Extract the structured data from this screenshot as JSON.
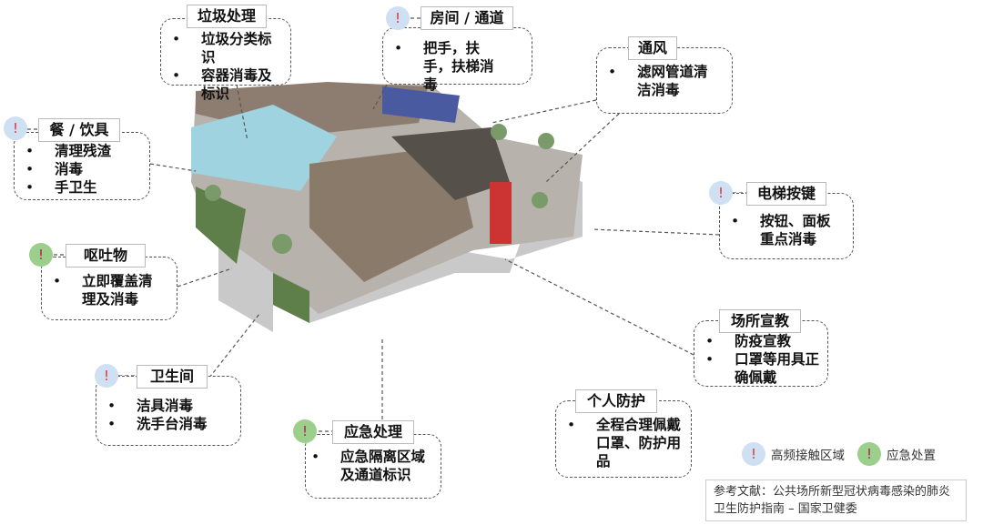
{
  "callouts": [
    {
      "id": "garbage",
      "title": "垃圾处理",
      "icon": "none",
      "items": [
        "垃圾分类标识",
        "容器消毒及标识"
      ]
    },
    {
      "id": "room",
      "title": "房间 / 通道",
      "icon": "high-frequency",
      "items": [
        "把手，扶手，扶梯消毒"
      ]
    },
    {
      "id": "ventilation",
      "title": "通风",
      "icon": "none",
      "items": [
        "滤网管道清洁消毒"
      ]
    },
    {
      "id": "tableware",
      "title": "餐 / 饮具",
      "icon": "high-frequency",
      "items": [
        "清理残渣",
        "消毒",
        "手卫生"
      ]
    },
    {
      "id": "elevator",
      "title": "电梯按键",
      "icon": "high-frequency",
      "items": [
        "按钮、面板重点消毒"
      ]
    },
    {
      "id": "vomit",
      "title": "呕吐物",
      "icon": "emergency",
      "items": [
        "立即覆盖清理及消毒"
      ]
    },
    {
      "id": "education",
      "title": "场所宣教",
      "icon": "none",
      "items": [
        "防疫宣教",
        "口罩等用具正确佩戴"
      ]
    },
    {
      "id": "toilet",
      "title": "卫生间",
      "icon": "high-frequency",
      "items": [
        "洁具消毒",
        "洗手台消毒"
      ]
    },
    {
      "id": "protection",
      "title": "个人防护",
      "icon": "none",
      "items": [
        "全程合理佩戴口罩、防护用品"
      ]
    },
    {
      "id": "emergency",
      "title": "应急处理",
      "icon": "emergency",
      "items": [
        "应急隔离区域及通道标识"
      ]
    }
  ],
  "icon_glyph": "!",
  "legend": {
    "high_frequency": "高频接触区域",
    "emergency": "应急处置"
  },
  "reference": "参考文献：公共场所新型冠状病毒感染的肺炎卫生防护指南 – 国家卫健委",
  "colors": {
    "high_frequency": "#cfe0f3",
    "emergency": "#9ccf8c",
    "mark": "#d33"
  }
}
